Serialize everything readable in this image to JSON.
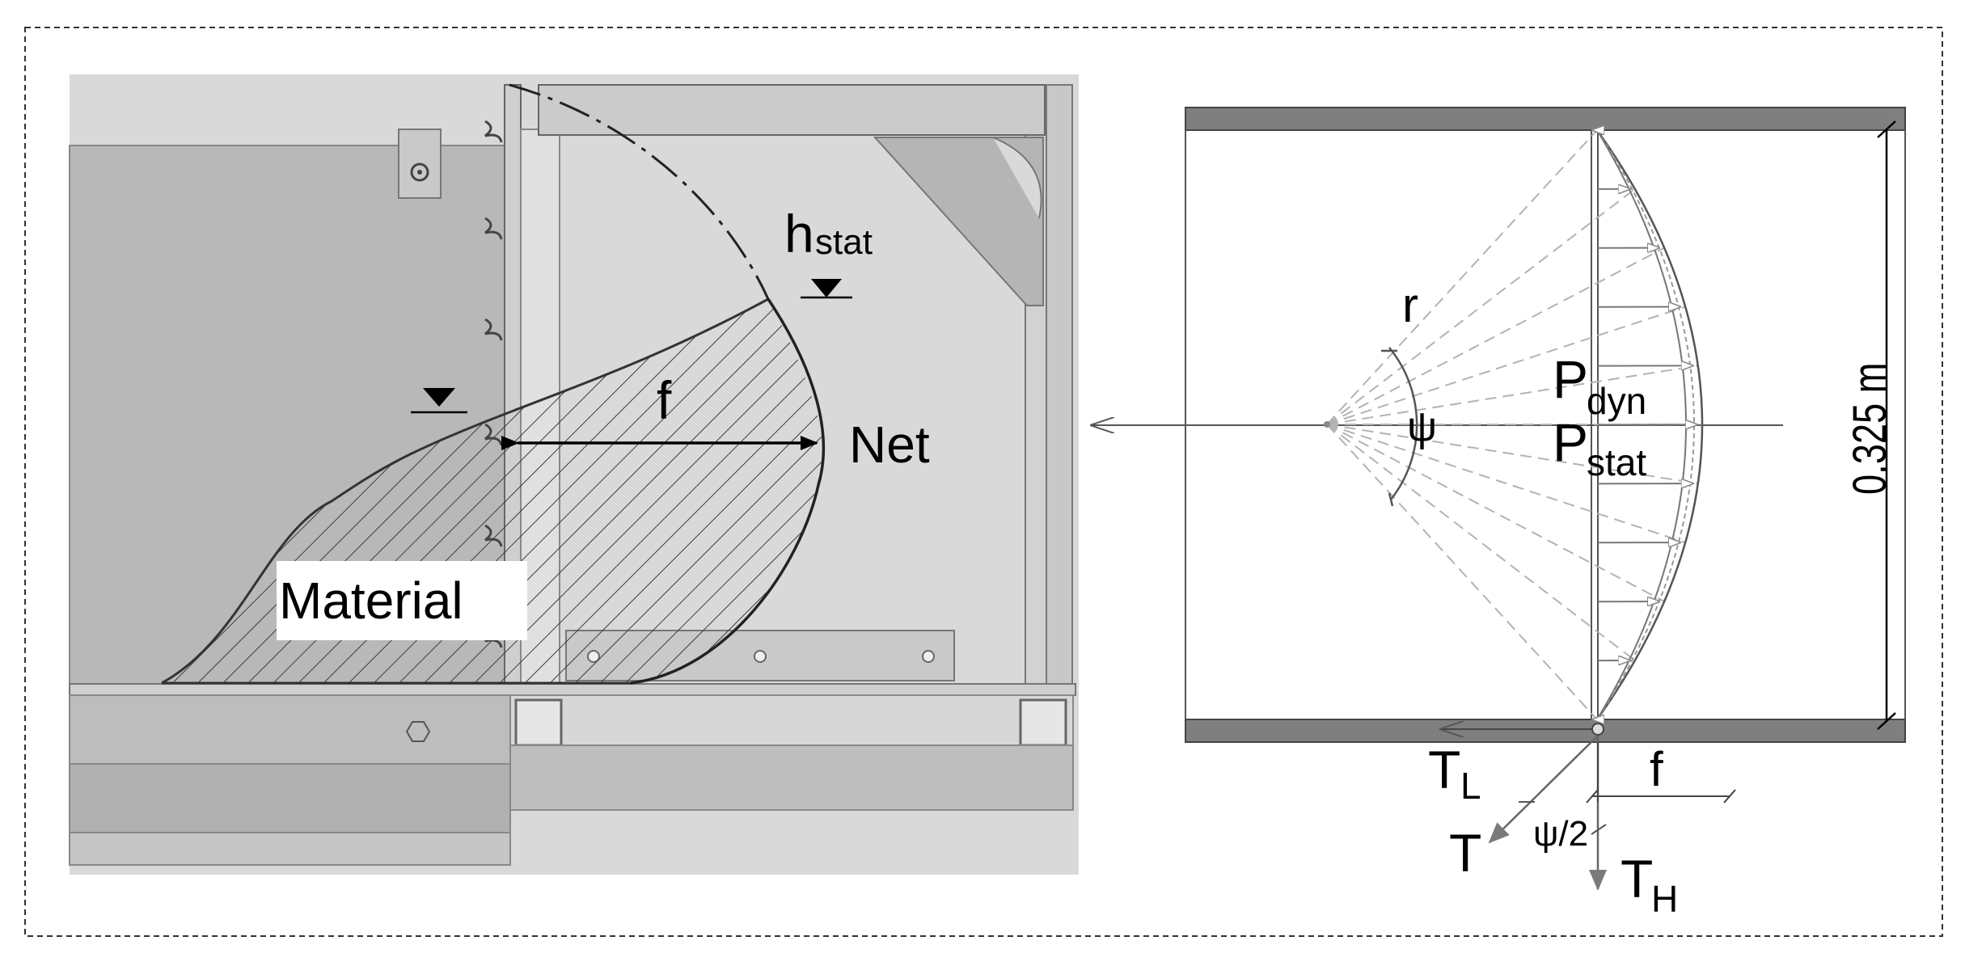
{
  "left_panel": {
    "label_hstat_main": "h",
    "label_hstat_sub": "stat",
    "label_f": "f",
    "label_net": "Net",
    "label_material": "Material"
  },
  "right_panel": {
    "label_r": "r",
    "label_psi": "ψ",
    "label_p_main_1": "P",
    "label_p_sub_1": "dyn",
    "label_p_main_2": "P",
    "label_p_sub_2": "stat",
    "label_dimension": "0.325 m",
    "label_tl_main": "T",
    "label_tl_sub": "L",
    "label_t": "T",
    "label_psi_half": "ψ/2",
    "label_th_main": "T",
    "label_th_sub": "H",
    "label_f": "f"
  },
  "colors": {
    "frame_dash": "#333333",
    "photo_bg": "#d9d9d9",
    "photo_mid": "#c4c4c4",
    "photo_dark": "#a8a8a8",
    "rail_fill": "#7f7f7f",
    "dashed_ray": "#b3b3b3"
  }
}
